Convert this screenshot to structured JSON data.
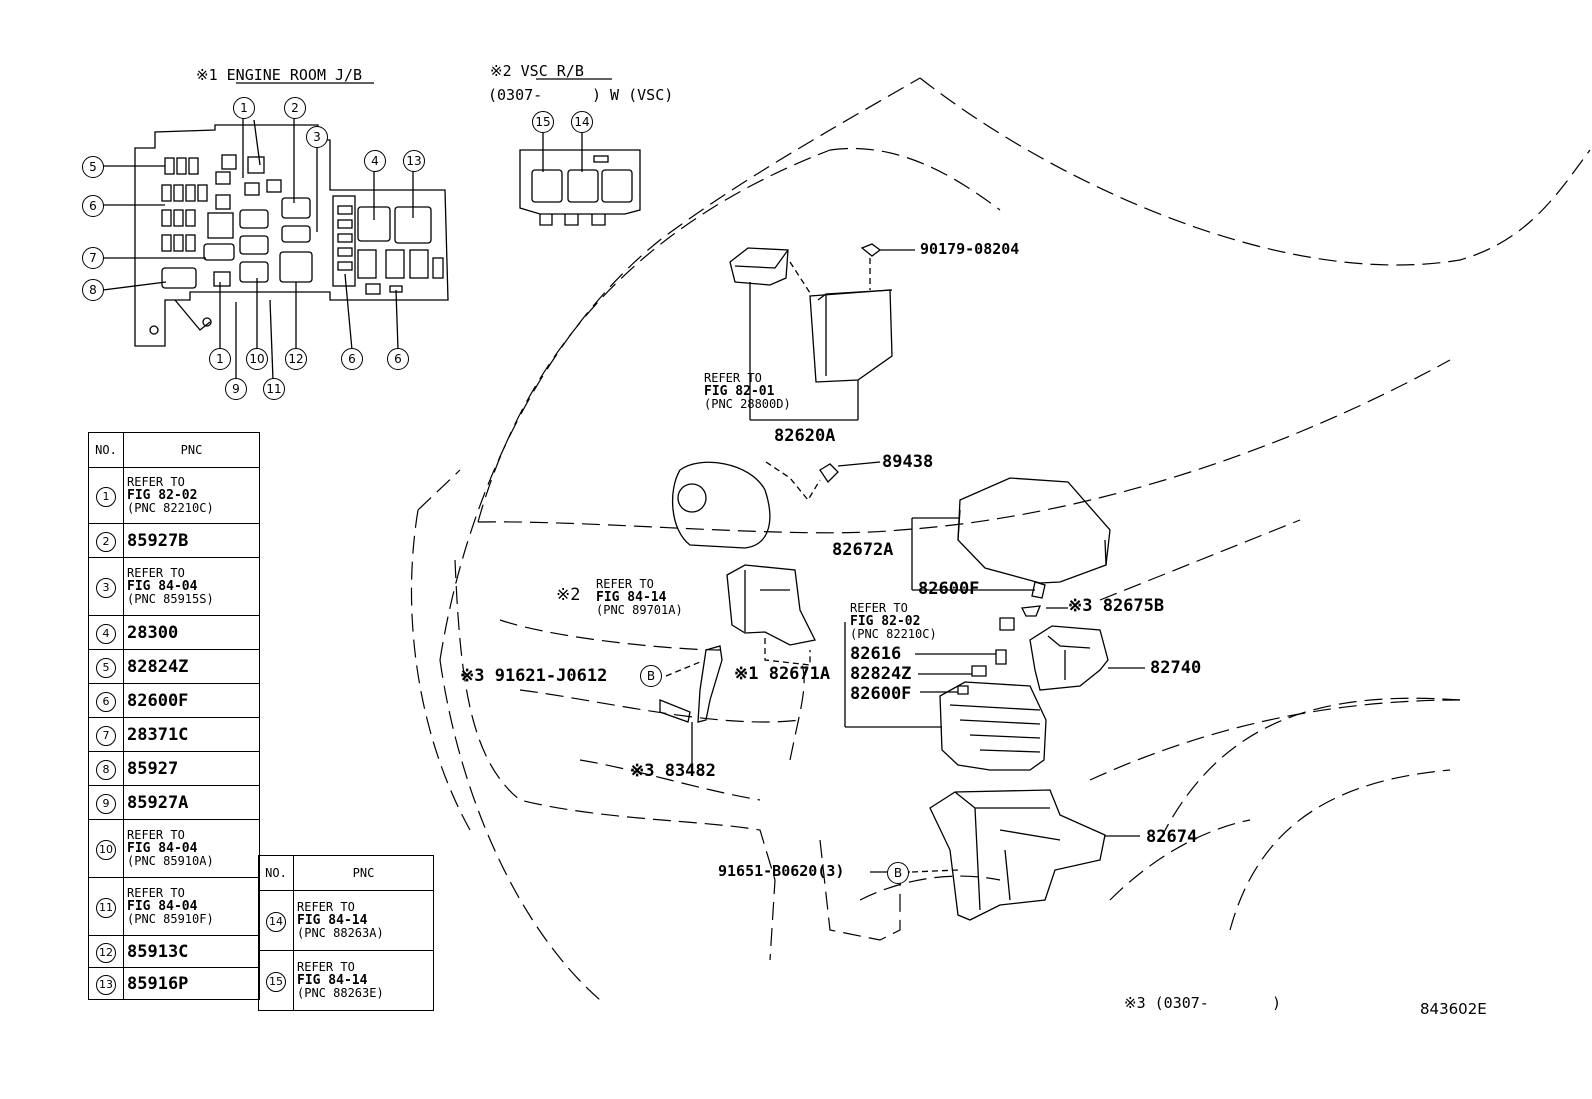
{
  "headers": {
    "engine_room_jb": "※1 ENGINE ROOM J/B",
    "vsc_rb": "※2 VSC R/B",
    "vsc_range": "(0307-",
    "vsc_suffix": ") W (VSC)",
    "note3": "※3 (0307-",
    "note3_close": ")"
  },
  "diagram_code": "843602E",
  "jb_callouts": [
    "1",
    "2",
    "3",
    "4",
    "13",
    "5",
    "6",
    "7",
    "8",
    "1",
    "10",
    "12",
    "6",
    "6",
    "9",
    "11"
  ],
  "vsc_callouts": [
    "15",
    "14"
  ],
  "table1": {
    "col_no": "NO.",
    "col_pnc": "PNC",
    "rows": [
      {
        "no": "1",
        "l1": "REFER TO",
        "l2": "FIG 82-02",
        "l3": "(PNC 82210C)"
      },
      {
        "no": "2",
        "value": "85927B"
      },
      {
        "no": "3",
        "l1": "REFER TO",
        "l2": "FIG 84-04",
        "l3": "(PNC 85915S)"
      },
      {
        "no": "4",
        "value": "28300"
      },
      {
        "no": "5",
        "value": "82824Z"
      },
      {
        "no": "6",
        "value": "82600F"
      },
      {
        "no": "7",
        "value": "28371C"
      },
      {
        "no": "8",
        "value": "85927"
      },
      {
        "no": "9",
        "value": "85927A"
      },
      {
        "no": "10",
        "l1": "REFER TO",
        "l2": "FIG 84-04",
        "l3": "(PNC 85910A)"
      },
      {
        "no": "11",
        "l1": "REFER TO",
        "l2": "FIG 84-04",
        "l3": "(PNC 85910F)"
      },
      {
        "no": "12",
        "value": "85913C"
      },
      {
        "no": "13",
        "value": "85916P"
      }
    ]
  },
  "table2": {
    "col_no": "NO.",
    "col_pnc": "PNC",
    "rows": [
      {
        "no": "14",
        "l1": "REFER TO",
        "l2": "FIG 84-14",
        "l3": "(PNC 88263A)"
      },
      {
        "no": "15",
        "l1": "REFER TO",
        "l2": "FIG 84-14",
        "l3": "(PNC 88263E)"
      }
    ]
  },
  "parts": {
    "p90179": "90179-08204",
    "ref_ecu": {
      "l1": "REFER TO",
      "l2": "FIG 82-01",
      "l3": "(PNC 28800D)"
    },
    "p82620A": "82620A",
    "p89438": "89438",
    "p82672A": "82672A",
    "p82600F_top": "82600F",
    "p82675B": "※3 82675B",
    "ref_vsc": {
      "prefix": "※2",
      "l1": "REFER TO",
      "l2": "FIG 84-14",
      "l3": "(PNC 89701A)"
    },
    "ref_jb": {
      "l1": "REFER TO",
      "l2": "FIG 82-02",
      "l3": "(PNC 82210C)"
    },
    "p82616": "82616",
    "p82824Z": "82824Z",
    "p82600F": "82600F",
    "p82740": "82740",
    "p91621": "※3 91621-J0612",
    "p82671A": "※1 82671A",
    "p83482": "※3 83482",
    "p82674": "82674",
    "p91651": "91651-B0620(3)",
    "bolt_b": "B"
  }
}
